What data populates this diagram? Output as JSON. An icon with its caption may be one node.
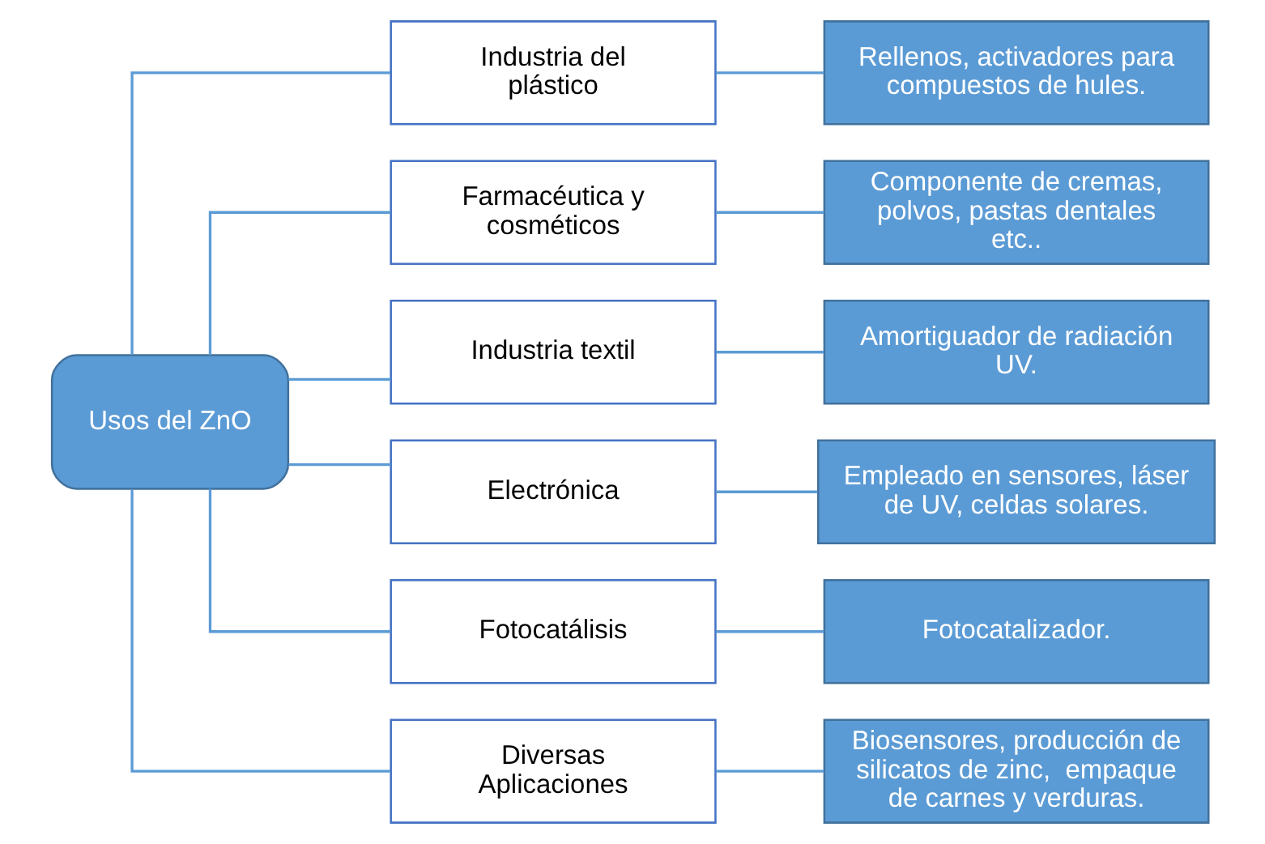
{
  "diagram": {
    "nodes": [
      {
        "text": [
          "Usos del ZnO"
        ]
      },
      {
        "text": [
          "Industria del plástico"
        ]
      },
      {
        "text": [
          "Farmacéutica y cosméticos"
        ]
      },
      {
        "text": [
          "Industria textil"
        ]
      },
      {
        "text": [
          "Electrónica"
        ]
      },
      {
        "text": [
          "Fotocatálisis"
        ]
      },
      {
        "text": [
          "Diversas Aplicaciones"
        ]
      },
      {
        "text": [
          "Rellenos, activadores para compuestos de hules."
        ]
      },
      {
        "text": [
          "Componente de cremas, polvos, pastas dentales etc.."
        ]
      },
      {
        "text": [
          "Amortiguador de radiación UV."
        ]
      },
      {
        "text": [
          "Empleado en sensores, láser de UV, celdas solares."
        ]
      },
      {
        "text": [
          "Fotocatalizador."
        ]
      },
      {
        "text": [
          "Biosensores, producción de silicatos de zinc,  empaque de carnes y verduras."
        ]
      }
    ],
    "edges": [
      {
        "from": 0,
        "to": 1,
        "arrow": "none"
      },
      {
        "from": 0,
        "to": 2,
        "arrow": "none"
      },
      {
        "from": 0,
        "to": 3,
        "arrow": "none"
      },
      {
        "from": 0,
        "to": 4,
        "arrow": "none"
      },
      {
        "from": 0,
        "to": 5,
        "arrow": "none"
      },
      {
        "from": 0,
        "to": 6,
        "arrow": "none"
      },
      {
        "from": 1,
        "to": 7,
        "arrow": "none"
      },
      {
        "from": 2,
        "to": 8,
        "arrow": "none"
      },
      {
        "from": 3,
        "to": 9,
        "arrow": "none"
      },
      {
        "from": 4,
        "to": 10,
        "arrow": "none"
      },
      {
        "from": 5,
        "to": 11,
        "arrow": "none"
      },
      {
        "from": 6,
        "to": 12,
        "arrow": "none"
      }
    ]
  }
}
